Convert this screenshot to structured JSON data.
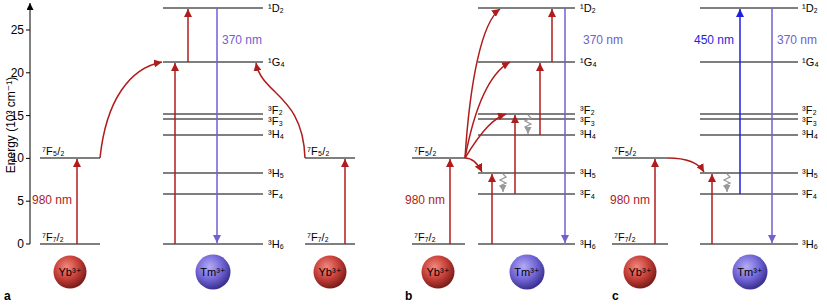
{
  "diagram": {
    "nodes": [
      {
        "text": [
          "Yb³⁺"
        ]
      },
      {
        "text": [
          "Tm³⁺"
        ]
      },
      {
        "text": [
          "Yb³⁺"
        ]
      },
      {
        "text": [
          "Yb³⁺"
        ]
      },
      {
        "text": [
          "Tm³⁺"
        ]
      },
      {
        "text": [
          "Yb³⁺"
        ]
      },
      {
        "text": [
          "Tm³⁺"
        ]
      }
    ],
    "labels": [
      "Energy (10³ cm⁻¹)",
      "0",
      "5",
      "10",
      "15",
      "20",
      "25",
      "980 nm",
      "⁷F₅/₂",
      "⁷F₇/₂",
      "¹D₂",
      "¹G₄",
      "³F₂",
      "³F₃",
      "³H₄",
      "³H₅",
      "³F₄",
      "³H₆",
      "370 nm",
      "⁷F₅/₂",
      "⁷F₇/₂",
      "a",
      "980 nm",
      "⁷F₅/₂",
      "⁷F₇/₂",
      "¹D₂",
      "¹G₄",
      "³F₂",
      "³F₃",
      "³H₄",
      "³H₅",
      "³F₄",
      "³H₆",
      "370 nm",
      "b",
      "980 nm",
      "⁷F₅/₂",
      "⁷F₇/₂",
      "¹D₂",
      "¹G₄",
      "³F₂",
      "³F₃",
      "³H₄",
      "³H₅",
      "³F₄",
      "³H₆",
      "450 nm",
      "370 nm",
      "c"
    ]
  }
}
